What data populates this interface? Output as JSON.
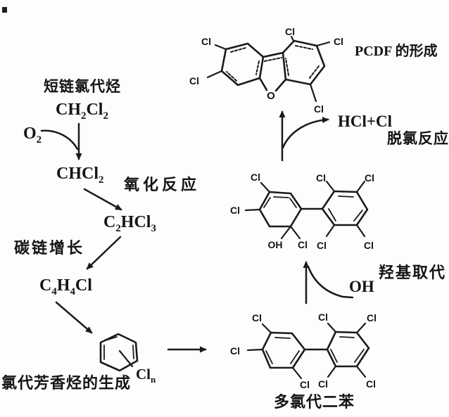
{
  "colors": {
    "ink": "#1a1a1a",
    "background": "#fdfdfd"
  },
  "texts": {
    "short_chain_label": "短链氯代烃",
    "oxidation_label": "氧化反应",
    "chain_growth_label": "碳链增长",
    "aromatic_gen_label": "氯代芳香烃的生成",
    "pcb_label": "多氯代二苯",
    "hydroxyl_label": "羟基取代",
    "dechlor_label": "脱氯反应",
    "pcdf_label": "PCDF 的形成",
    "hcl_cl": "HCl+Cl",
    "oh_reagent": "OH"
  },
  "formulas": {
    "ch2cl2": {
      "t1": "CH",
      "s1": "2",
      "t2": "Cl",
      "s2": "2"
    },
    "o2": {
      "t1": "O",
      "s1": "2"
    },
    "chcl2": {
      "t1": "CHCl",
      "s1": "2"
    },
    "c2hcl3": {
      "t1": "C",
      "s1": "2",
      "t2": "HCl",
      "s2": "3"
    },
    "c4h4cl": {
      "t1": "C",
      "s1": "4",
      "t2": "H",
      "s2": "4",
      "t3": "Cl"
    },
    "cln": {
      "t1": "Cl",
      "s1": "n"
    }
  },
  "atoms": {
    "cl": "Cl",
    "oh": "OH",
    "o": "O"
  }
}
